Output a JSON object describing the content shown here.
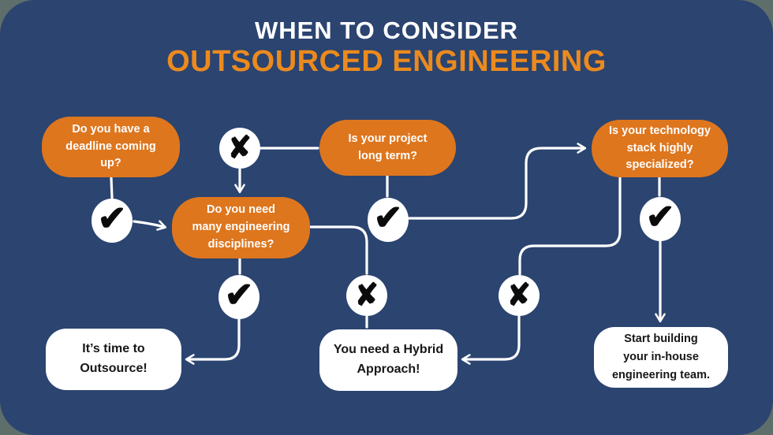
{
  "title": {
    "line1": "WHEN TO CONSIDER",
    "line2": "OUTSOURCED ENGINEERING"
  },
  "nodes": {
    "deadline": {
      "label": "Do you have a\ndeadline coming\nup?",
      "type": "question"
    },
    "disciplines": {
      "label": "Do you need\nmany engineering\ndisciplines?",
      "type": "question"
    },
    "long_term": {
      "label": "Is your project\nlong term?",
      "type": "question"
    },
    "tech_stack": {
      "label": "Is your technology\nstack highly\nspecialized?",
      "type": "question"
    },
    "outsource": {
      "label": "It’s time to\nOutsource!",
      "type": "outcome"
    },
    "hybrid": {
      "label": "You need a Hybrid\nApproach!",
      "type": "outcome"
    },
    "in_house": {
      "label": "Start building\nyour in-house\nengineering team.",
      "type": "outcome"
    }
  },
  "icons": {
    "check": "✔",
    "cross": "✘"
  },
  "colors": {
    "background_outer": "#5E6E6B",
    "card_navy": "#2B4470",
    "box_orange": "#DE761E",
    "title_orange": "#EC8A1E",
    "box_white": "#FFFFFF",
    "connector_white": "#FFFFFF",
    "glyph_black": "#0B0B0B",
    "outcome_text": "#171717"
  }
}
